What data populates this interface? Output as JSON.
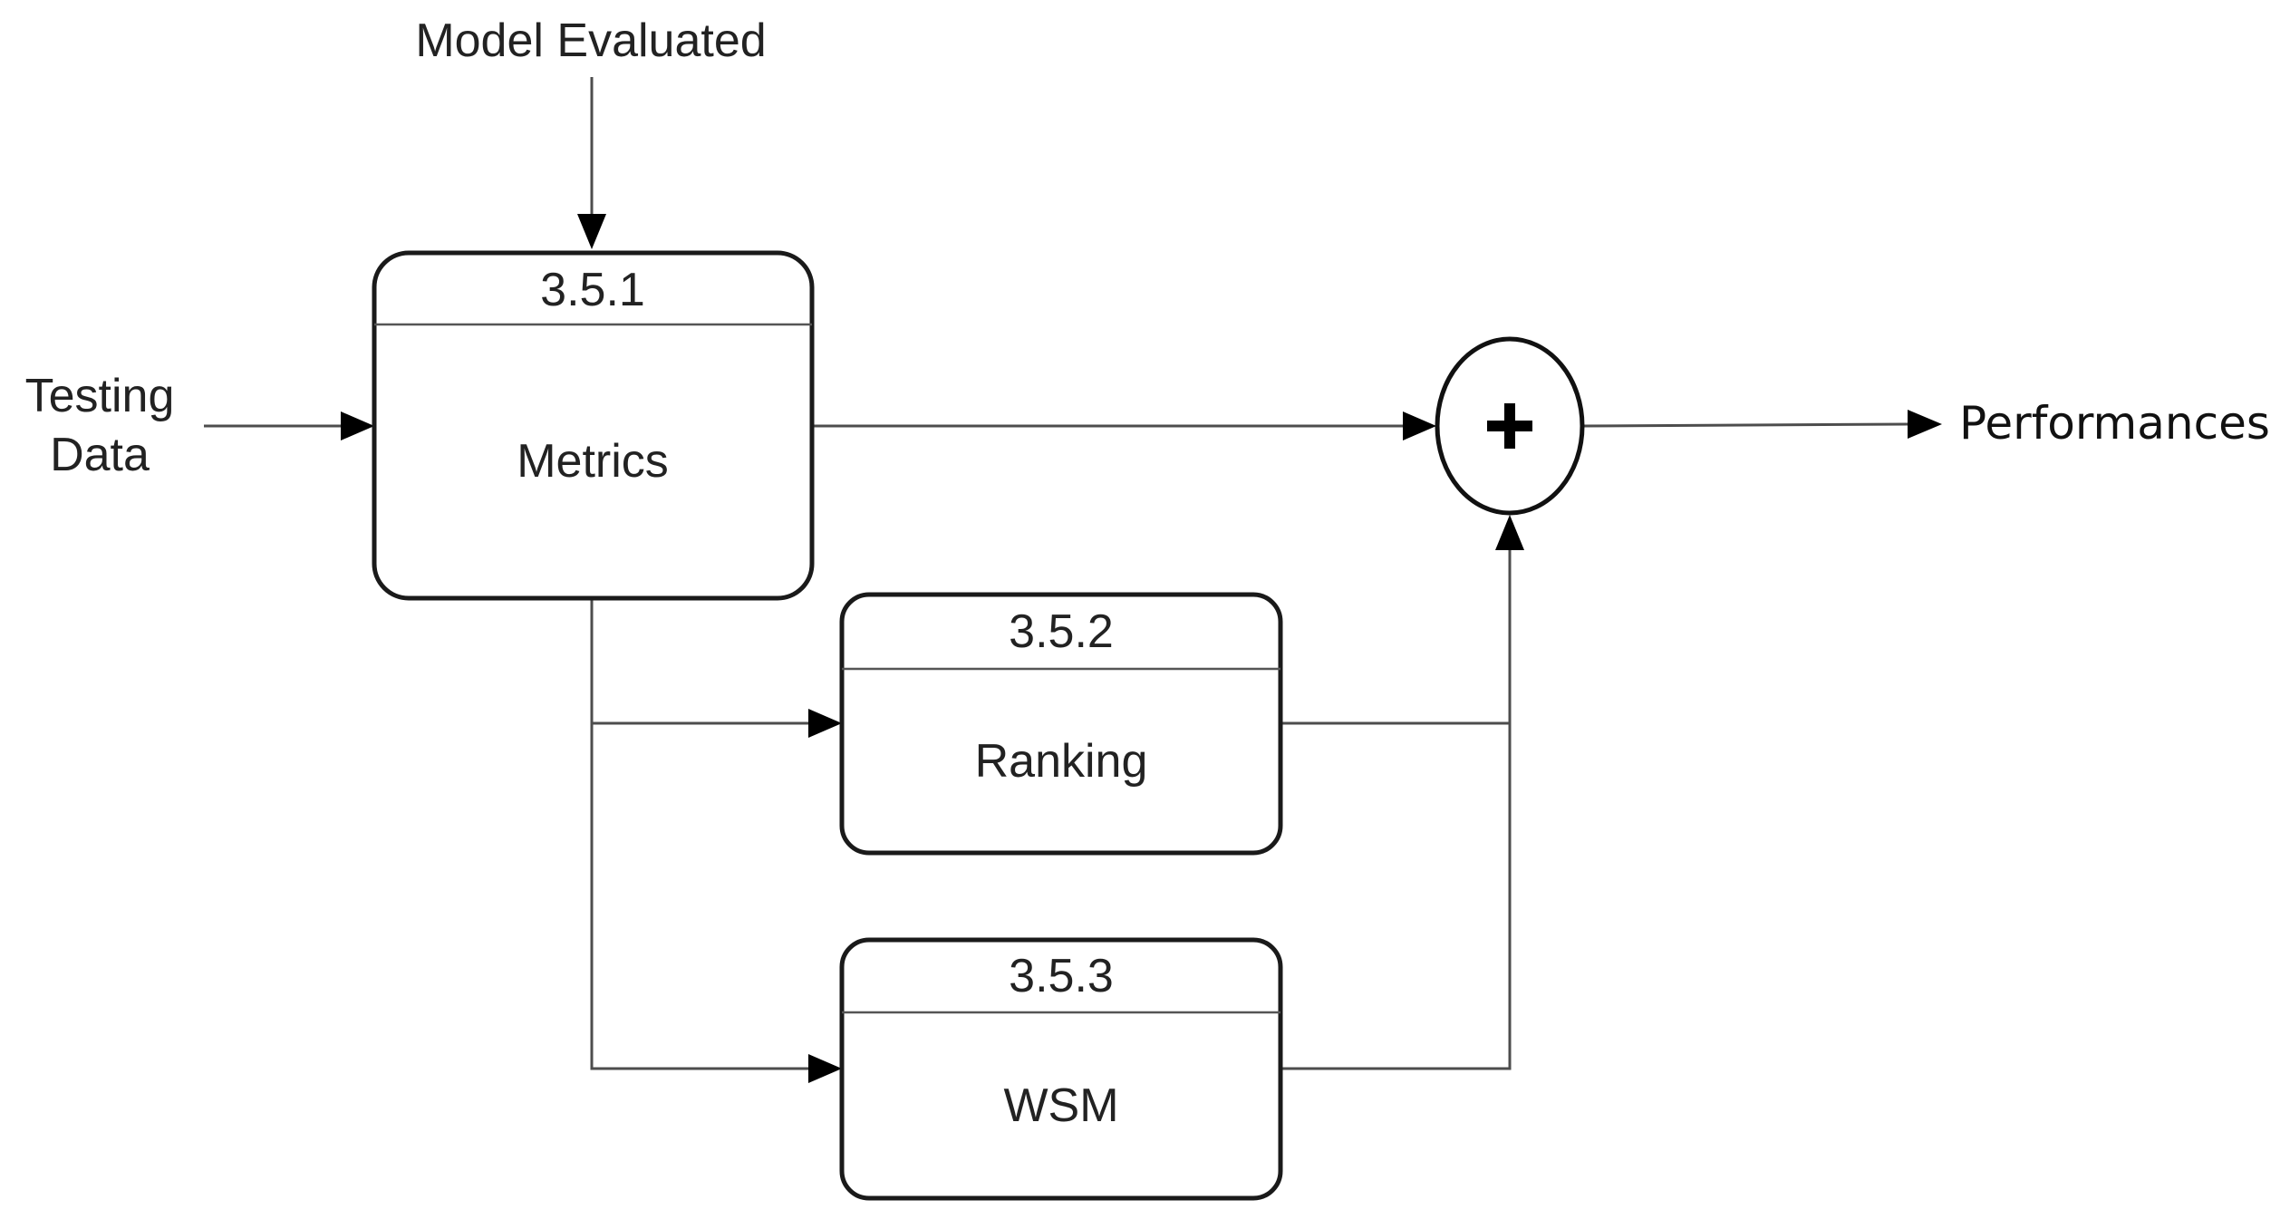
{
  "diagram": {
    "input_top": "Model Evaluated",
    "input_left": [
      "Testing",
      "Data"
    ],
    "output": "Performances",
    "sum_symbol": "+",
    "boxes": [
      {
        "id": "3.5.1",
        "label": "Metrics"
      },
      {
        "id": "3.5.2",
        "label": "Ranking"
      },
      {
        "id": "3.5.3",
        "label": "WSM"
      }
    ]
  }
}
